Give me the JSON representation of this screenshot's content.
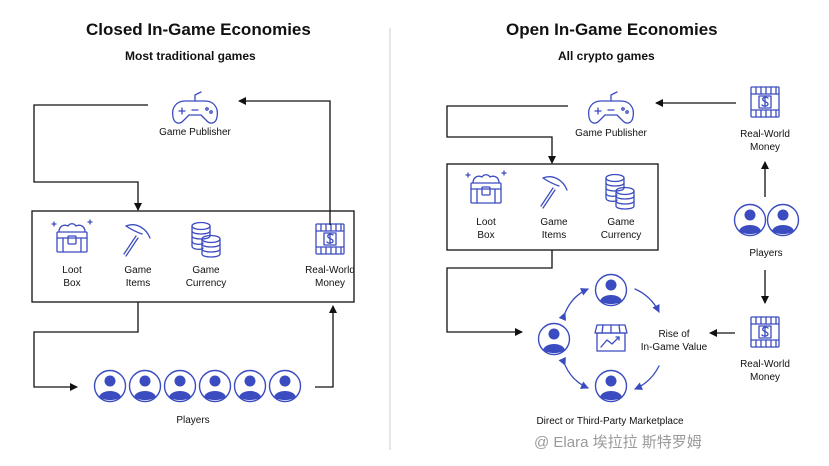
{
  "closed": {
    "title": "Closed In-Game Economies",
    "subtitle": "Most traditional games",
    "publisher": "Game Publisher",
    "loot_box": [
      "Loot",
      "Box"
    ],
    "game_items": [
      "Game",
      "Items"
    ],
    "game_currency": [
      "Game",
      "Currency"
    ],
    "real_world_money": [
      "Real-World",
      "Money"
    ],
    "players": "Players"
  },
  "open": {
    "title": "Open In-Game Economies",
    "subtitle": "All crypto games",
    "publisher": "Game Publisher",
    "loot_box": [
      "Loot",
      "Box"
    ],
    "game_items": [
      "Game",
      "Items"
    ],
    "game_currency": [
      "Game",
      "Currency"
    ],
    "real_world_money_top": [
      "Real-World",
      "Money"
    ],
    "real_world_money_bottom": [
      "Real-World",
      "Money"
    ],
    "players": "Players",
    "rise": [
      "Rise of",
      "In-Game Value"
    ],
    "marketplace": "Direct or Third-Party Marketplace"
  },
  "watermark": "@ Elara 埃拉拉 斯特罗姆",
  "colors": {
    "icon": "#3b4cc0",
    "line": "#111111",
    "divider": "#cccccc"
  }
}
